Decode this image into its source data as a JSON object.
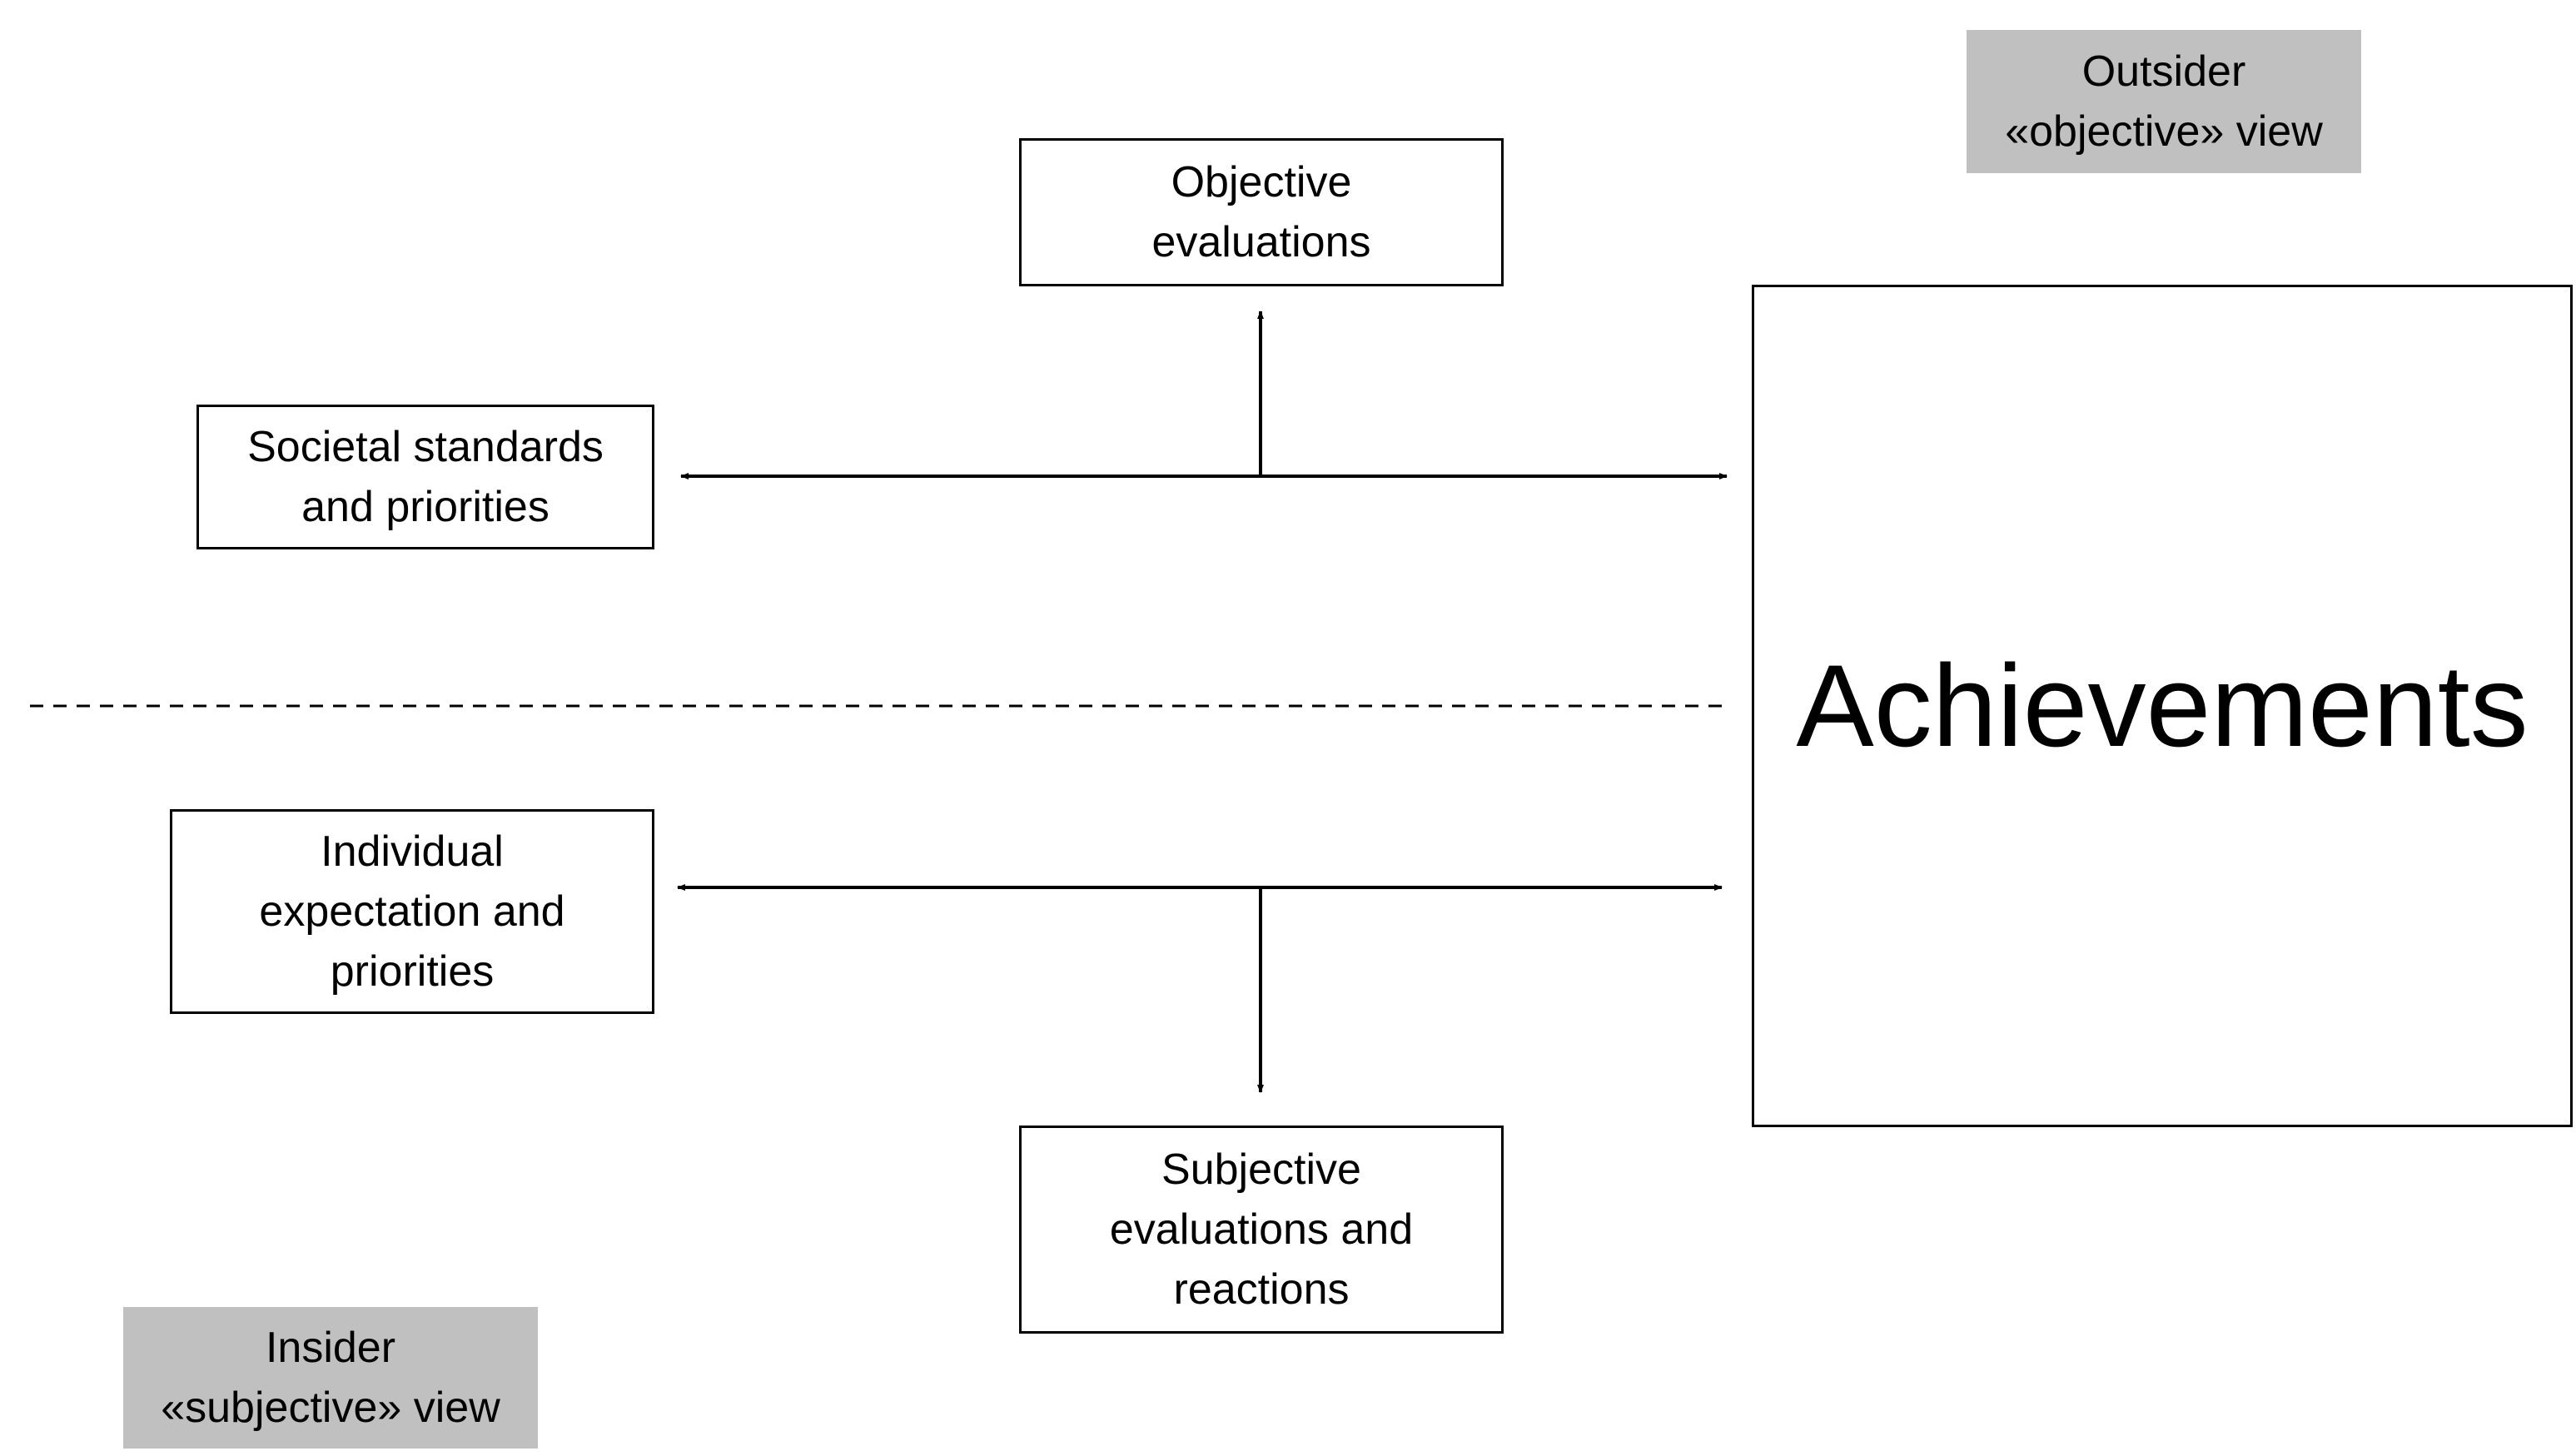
{
  "diagram": {
    "outsider_view": {
      "line1": "Outsider",
      "line2": "«objective» view"
    },
    "insider_view": {
      "line1": "Insider",
      "line2": "«subjective» view"
    },
    "objective_evaluations": {
      "line1": "Objective",
      "line2": "evaluations"
    },
    "societal_standards": {
      "line1": "Societal standards",
      "line2": "and priorities"
    },
    "individual_expectation": {
      "line1": "Individual",
      "line2": "expectation and",
      "line3": "priorities"
    },
    "subjective_evaluations": {
      "line1": "Subjective",
      "line2": "evaluations and",
      "line3": "reactions"
    },
    "achievements": {
      "label": "Achievements"
    }
  }
}
